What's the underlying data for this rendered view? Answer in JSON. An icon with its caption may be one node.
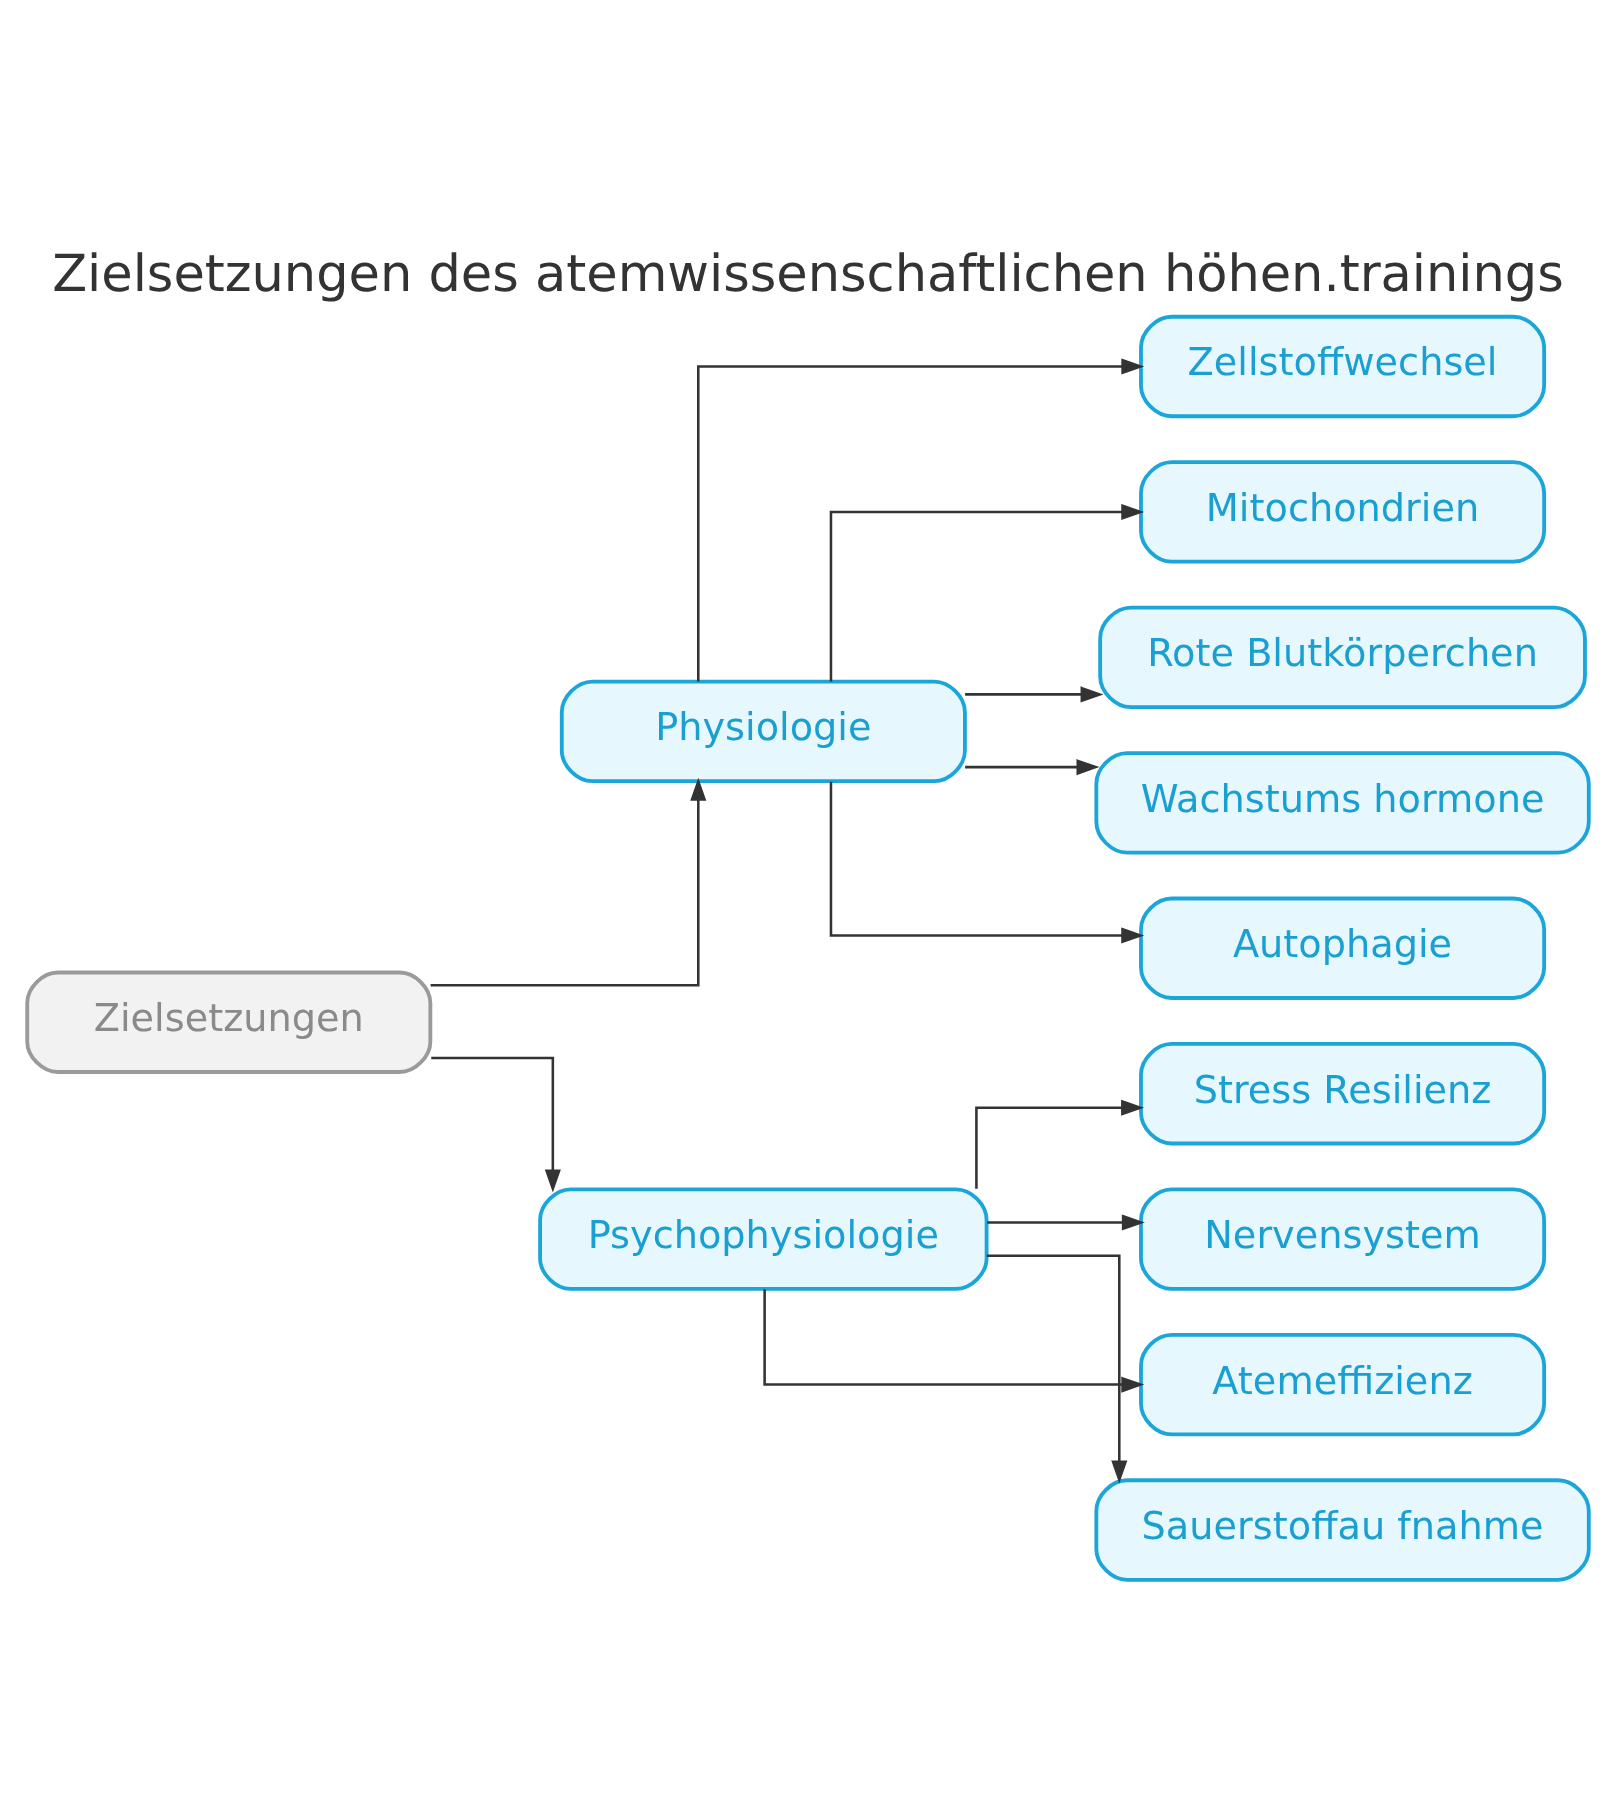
{
  "diagram": {
    "title": "Zielsetzungen des atemwissenschaftlichen höhen.trainings",
    "nodes": [
      {
        "text": [
          "Zielsetzungen"
        ]
      },
      {
        "text": [
          "Physiologie"
        ]
      },
      {
        "text": [
          "Psychophysiologie"
        ]
      },
      {
        "text": [
          "Zellstoffwechsel"
        ]
      },
      {
        "text": [
          "Mitochondrien"
        ]
      },
      {
        "text": [
          "Rote Blutkörperchen"
        ]
      },
      {
        "text": [
          "Wachstums hormone"
        ]
      },
      {
        "text": [
          "Autophagie"
        ]
      },
      {
        "text": [
          "Stress Resilienz"
        ]
      },
      {
        "text": [
          "Nervensystem"
        ]
      },
      {
        "text": [
          "Atemeffizienz"
        ]
      },
      {
        "text": [
          "Sauerstoffau fnahme"
        ]
      }
    ],
    "edges": [
      {
        "from": 0,
        "to": 1,
        "arrow": "to"
      },
      {
        "from": 0,
        "to": 2,
        "arrow": "to"
      },
      {
        "from": 1,
        "to": 3,
        "arrow": "to"
      },
      {
        "from": 1,
        "to": 4,
        "arrow": "to"
      },
      {
        "from": 1,
        "to": 5,
        "arrow": "to"
      },
      {
        "from": 1,
        "to": 6,
        "arrow": "to"
      },
      {
        "from": 1,
        "to": 7,
        "arrow": "to"
      },
      {
        "from": 2,
        "to": 8,
        "arrow": "to"
      },
      {
        "from": 2,
        "to": 9,
        "arrow": "to"
      },
      {
        "from": 2,
        "to": 10,
        "arrow": "to"
      },
      {
        "from": 2,
        "to": 11,
        "arrow": "to"
      }
    ]
  }
}
